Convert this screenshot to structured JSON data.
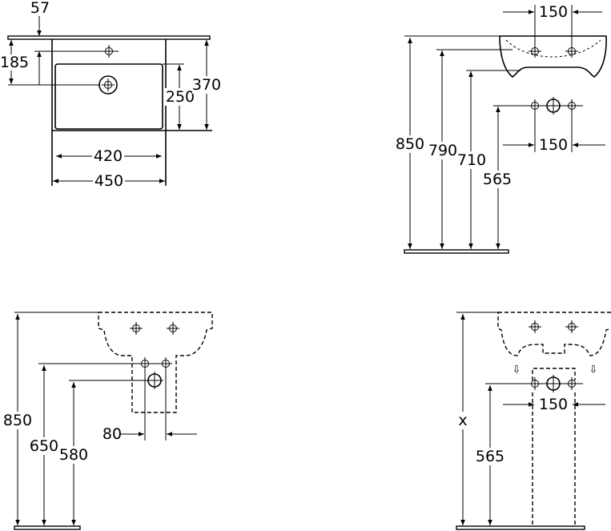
{
  "top_view": {
    "dims": {
      "tap_offset": "57",
      "tap_depth": "185",
      "bowl_depth": "250",
      "total_depth": "370",
      "bowl_width": "420",
      "total_width": "450"
    }
  },
  "side_view": {
    "dims": {
      "top_height": "850",
      "overflow_height": "790",
      "bowl_bottom_height": "710",
      "supply_height": "565",
      "tap_spacing": "150",
      "supply_spacing": "150"
    }
  },
  "pedestal_view": {
    "dims": {
      "top_height": "850",
      "supply_height": "650",
      "waste_height": "580",
      "waste_offset": "80"
    }
  },
  "semi_pedestal_view": {
    "dims": {
      "top_height": "x",
      "supply_height": "565",
      "supply_spacing": "150"
    }
  }
}
